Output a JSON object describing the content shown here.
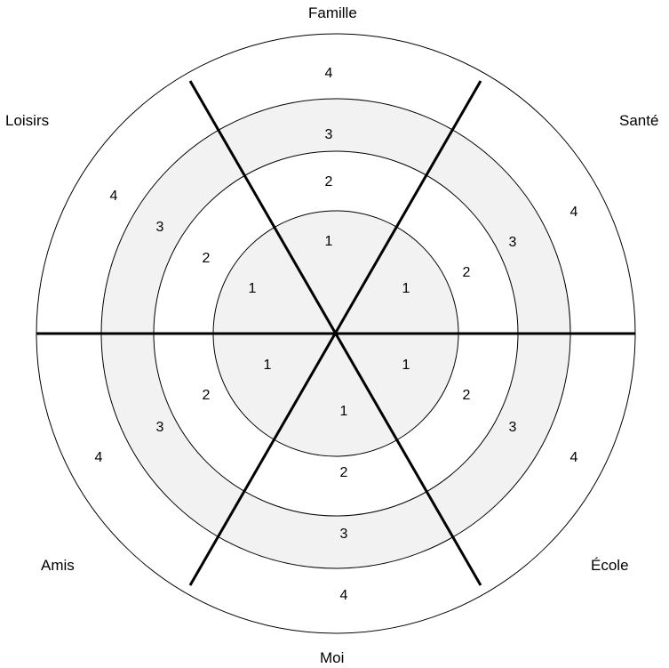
{
  "colors": {
    "background": "#ffffff",
    "shaded_ring": "#f2f2f2",
    "circle_stroke": "#000000",
    "divider_stroke": "#000000"
  },
  "sectors": [
    {
      "key": "famille",
      "label": "Famille"
    },
    {
      "key": "sante",
      "label": "Santé"
    },
    {
      "key": "ecole",
      "label": "École"
    },
    {
      "key": "moi",
      "label": "Moi"
    },
    {
      "key": "amis",
      "label": "Amis"
    },
    {
      "key": "loisirs",
      "label": "Loisirs"
    }
  ],
  "ring_labels": [
    "1",
    "2",
    "3",
    "4"
  ]
}
